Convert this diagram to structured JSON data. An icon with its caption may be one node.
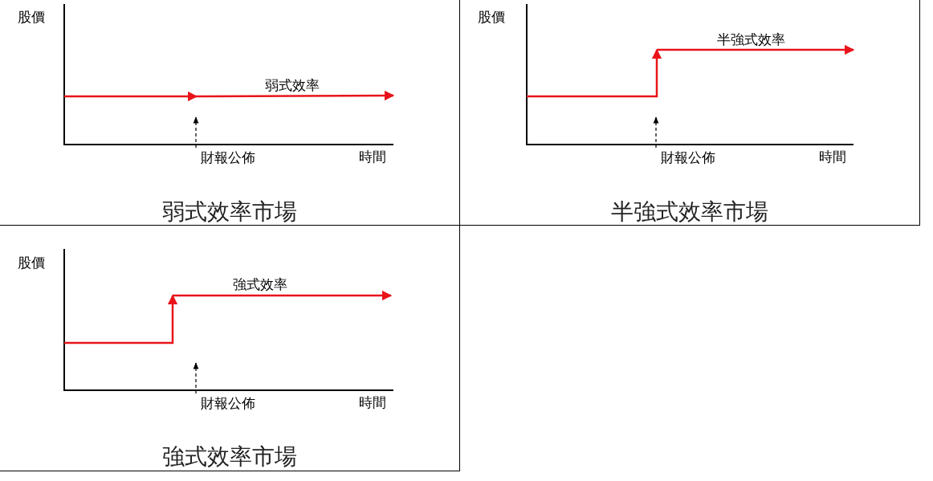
{
  "diagram": {
    "nodes": [
      {
        "text": [
          "弱式效率市場"
        ]
      },
      {
        "text": [
          "財報公佈"
        ],
        "in": 0
      },
      {
        "text": [
          "半強式效率市場"
        ]
      },
      {
        "text": [
          "財報公佈"
        ],
        "in": 2
      },
      {
        "text": [
          "強式效率市場"
        ]
      },
      {
        "text": [
          "財報公佈"
        ],
        "in": 4
      }
    ],
    "edges": [
      {
        "from": 1,
        "to": null,
        "arrow": "to",
        "style": "dashed"
      },
      {
        "from": 3,
        "to": null,
        "arrow": "to",
        "style": "dashed"
      },
      {
        "from": 5,
        "to": null,
        "arrow": "to",
        "style": "dashed"
      }
    ],
    "labels": [
      "股價",
      "弱式效率",
      "時間",
      "股價",
      "半強式效率",
      "時間",
      "股價",
      "強式效率",
      "時間"
    ]
  }
}
